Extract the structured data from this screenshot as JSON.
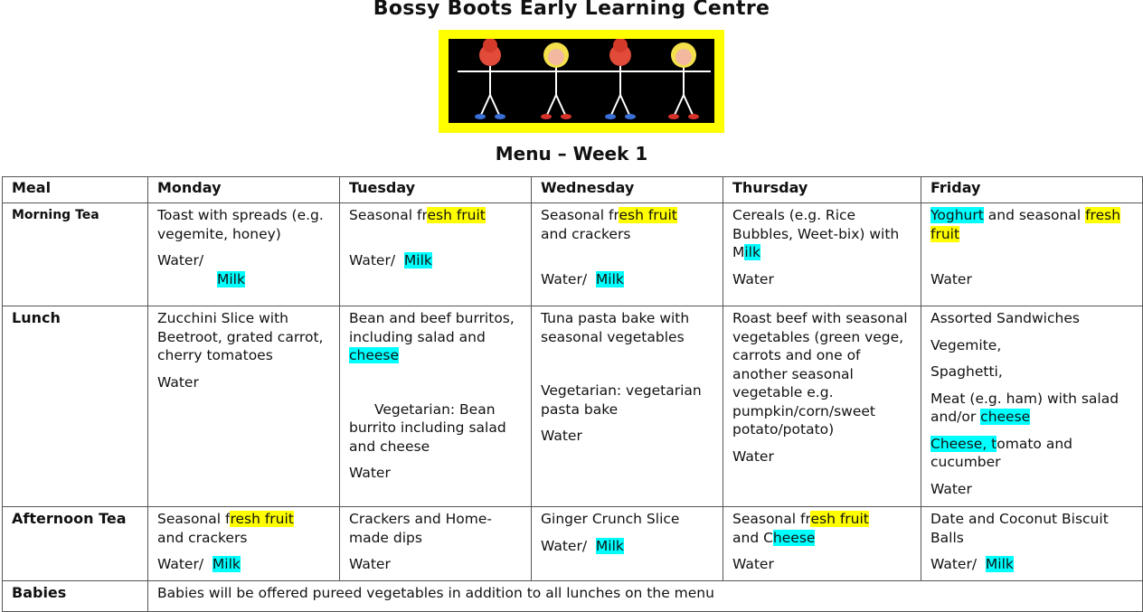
{
  "header": {
    "title": "Bossy Boots Early Learning Centre",
    "subtitle": "Menu – Week 1"
  },
  "logo": {
    "border_color": "#ffff00",
    "background": "#000000",
    "figures": [
      "boy",
      "girl",
      "boy",
      "girl"
    ]
  },
  "colors": {
    "highlight_yellow": "#ffff00",
    "highlight_cyan": "#00ffff"
  },
  "columns": [
    "Meal",
    "Monday",
    "Tuesday",
    "Wednesday",
    "Thursday",
    "Friday"
  ],
  "rows": {
    "morning": {
      "meal": "Morning Tea",
      "monday": {
        "l1": "Toast with spreads (e.g. vegemite, honey)",
        "water": "Water/",
        "milk": "Milk"
      },
      "tuesday": {
        "pre": "Seasonal fr",
        "hl": "esh fruit",
        "water": "Water/",
        "milk": "Milk"
      },
      "wednesday": {
        "pre": "Seasonal fr",
        "hl": "esh fruit",
        "post": "and crackers",
        "water": "Water/",
        "milk": "Milk"
      },
      "thursday": {
        "l1": "Cereals (e.g. Rice Bubbles, Weet-bix) with ",
        "m_pre": "M",
        "milk": "ilk",
        "water": "Water"
      },
      "friday": {
        "yoghurt": "Yoghurt",
        "mid": " and seasonal",
        "fruit": "fresh fruit",
        "water": "Water"
      }
    },
    "lunch": {
      "meal": "Lunch",
      "monday": {
        "l1": "Zucchini Slice with Beetroot, grated carrot, cherry tomatoes",
        "water": "Water"
      },
      "tuesday": {
        "l1": "Bean and beef burritos, including salad and ",
        "cheese": "cheese",
        "veg": "Vegetarian: Bean burrito including salad and cheese",
        "water": "Water"
      },
      "wednesday": {
        "l1": "Tuna pasta bake with seasonal vegetables",
        "veg": "Vegetarian: vegetarian pasta bake",
        "water": "Water"
      },
      "thursday": {
        "l1": "Roast beef with seasonal vegetables (green vege, carrots and one of another seasonal vegetable e.g. pumpkin/corn/sweet potato/potato)",
        "water": "Water"
      },
      "friday": {
        "l1": "Assorted Sandwiches",
        "l2": "Vegemite,",
        "l3": "Spaghetti,",
        "l4": "Meat (e.g. ham) with salad  and/or ",
        "cheese": "cheese",
        "cheese2": "Cheese, t",
        "l5": "omato and cucumber",
        "water": "Water"
      }
    },
    "afternoon": {
      "meal": "Afternoon Tea",
      "monday": {
        "pre": "Seasonal f",
        "hl": "resh fruit",
        "post": "and crackers",
        "water": "Water/",
        "milk": "Milk"
      },
      "tuesday": {
        "l1": "Crackers and Home-made dips",
        "water": "Water"
      },
      "wednesday": {
        "l1": "Ginger Crunch Slice",
        "water": "Water/",
        "milk": "Milk"
      },
      "thursday": {
        "pre": "Seasonal fr",
        "hl": "esh fruit",
        "and": "and C",
        "cheese": "heese",
        "water": "Water"
      },
      "friday": {
        "l1": "Date and Coconut Biscuit Balls",
        "water": "Water/",
        "milk": "Milk"
      }
    },
    "babies": {
      "meal": "Babies",
      "note": "Babies will be offered pureed vegetables in addition to all lunches on the menu"
    }
  }
}
